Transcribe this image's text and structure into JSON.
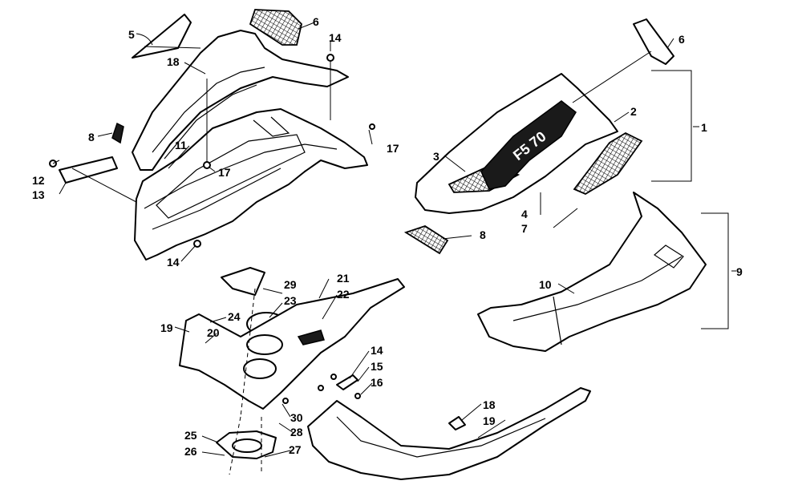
{
  "diagram": {
    "callouts": [
      {
        "id": "c1",
        "label": "1"
      },
      {
        "id": "c2",
        "label": "2"
      },
      {
        "id": "c3",
        "label": "3"
      },
      {
        "id": "c4",
        "label": "4"
      },
      {
        "id": "c5",
        "label": "5"
      },
      {
        "id": "c6a",
        "label": "6"
      },
      {
        "id": "c6b",
        "label": "6"
      },
      {
        "id": "c7",
        "label": "7"
      },
      {
        "id": "c8a",
        "label": "8"
      },
      {
        "id": "c8b",
        "label": "8"
      },
      {
        "id": "c9",
        "label": "9"
      },
      {
        "id": "c10",
        "label": "10"
      },
      {
        "id": "c11",
        "label": "11"
      },
      {
        "id": "c12",
        "label": "12"
      },
      {
        "id": "c13",
        "label": "13"
      },
      {
        "id": "c14a",
        "label": "14"
      },
      {
        "id": "c14b",
        "label": "14"
      },
      {
        "id": "c14c",
        "label": "14"
      },
      {
        "id": "c15",
        "label": "15"
      },
      {
        "id": "c16",
        "label": "16"
      },
      {
        "id": "c17a",
        "label": "17"
      },
      {
        "id": "c17b",
        "label": "17"
      },
      {
        "id": "c18a",
        "label": "18"
      },
      {
        "id": "c18b",
        "label": "18"
      },
      {
        "id": "c19a",
        "label": "19"
      },
      {
        "id": "c19b",
        "label": "19"
      },
      {
        "id": "c20",
        "label": "20"
      },
      {
        "id": "c21",
        "label": "21"
      },
      {
        "id": "c22",
        "label": "22"
      },
      {
        "id": "c23",
        "label": "23"
      },
      {
        "id": "c24",
        "label": "24"
      },
      {
        "id": "c25",
        "label": "25"
      },
      {
        "id": "c26",
        "label": "26"
      },
      {
        "id": "c27",
        "label": "27"
      },
      {
        "id": "c28",
        "label": "28"
      },
      {
        "id": "c29",
        "label": "29"
      },
      {
        "id": "c30",
        "label": "30"
      }
    ],
    "decal_text": "F5 70"
  }
}
